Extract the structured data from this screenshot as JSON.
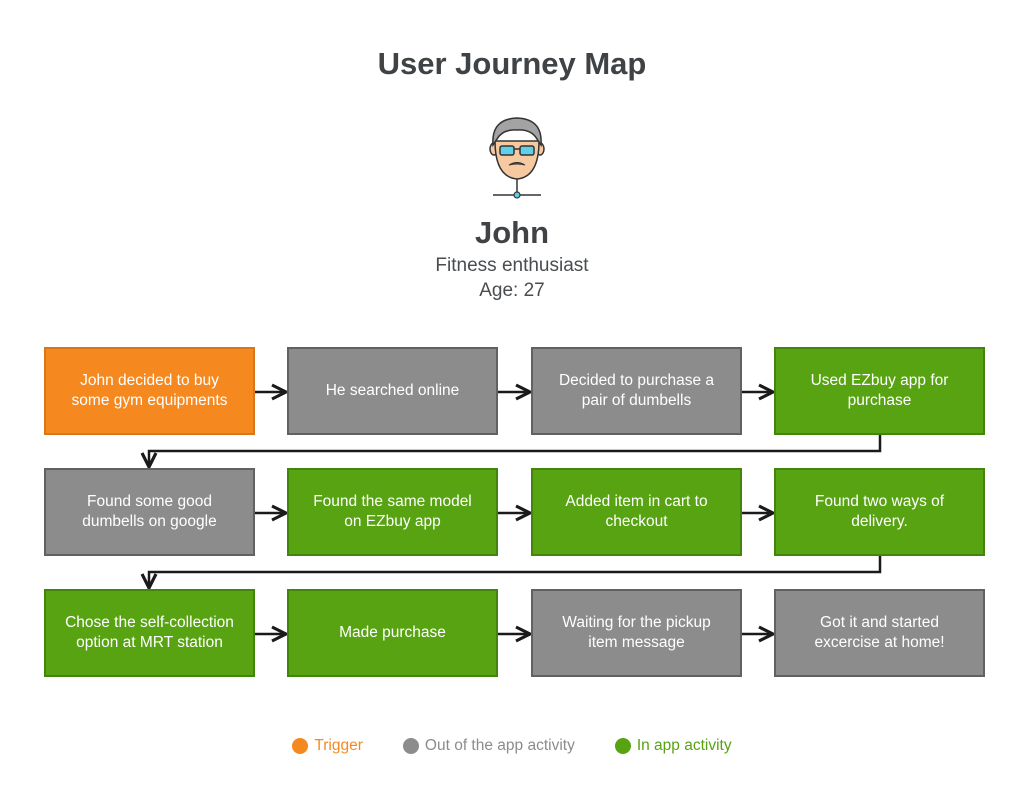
{
  "title": "User Journey Map",
  "persona": {
    "name": "John",
    "role": "Fitness enthusiast",
    "age": "Age: 27",
    "avatar_icon": "man-with-glasses-avatar-icon"
  },
  "colors": {
    "trigger": "#f5891f",
    "out_of_app": "#8c8c8c",
    "in_app": "#57a312",
    "text_dark": "#3f4346",
    "connector": "#1a1a1a"
  },
  "steps": [
    {
      "label": "John decided to buy some gym equipments",
      "kind": "trigger"
    },
    {
      "label": "He searched online",
      "kind": "out"
    },
    {
      "label": "Decided to purchase a pair of dumbells",
      "kind": "out"
    },
    {
      "label": "Used EZbuy app for purchase",
      "kind": "in"
    },
    {
      "label": "Found some good dumbells on google",
      "kind": "out"
    },
    {
      "label": "Found the same model on EZbuy app",
      "kind": "in"
    },
    {
      "label": "Added item in cart to checkout",
      "kind": "in"
    },
    {
      "label": "Found two ways of delivery.",
      "kind": "in"
    },
    {
      "label": "Chose the self-collection option at MRT station",
      "kind": "in"
    },
    {
      "label": "Made purchase",
      "kind": "in"
    },
    {
      "label": "Waiting for the pickup item message",
      "kind": "out"
    },
    {
      "label": "Got it and started excercise at home!",
      "kind": "out"
    }
  ],
  "legend": [
    {
      "label": "Trigger",
      "kind": "trigger"
    },
    {
      "label": "Out of the app activity",
      "kind": "out"
    },
    {
      "label": "In app activity",
      "kind": "in"
    }
  ]
}
